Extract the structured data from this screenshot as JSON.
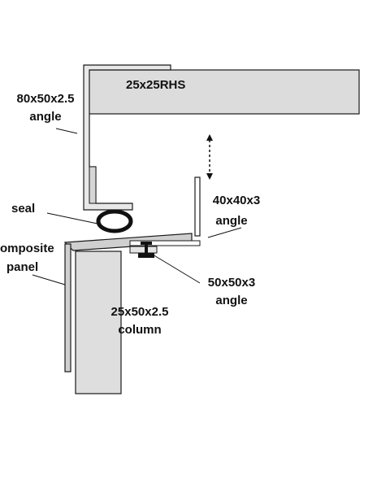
{
  "colors": {
    "fill_light": "#e1e1e1",
    "fill_mid": "#d6d6d6",
    "stroke": "#1a1a1a",
    "seal": "#111111",
    "background": "#ffffff"
  },
  "labels": {
    "rhs": "25x25RHS",
    "angle_80": [
      "80x50x2.5",
      "angle"
    ],
    "seal": "seal",
    "angle_40": [
      "40x40x3",
      "angle"
    ],
    "composite": [
      "omposite",
      "panel"
    ],
    "angle_50": [
      "50x50x3",
      "angle"
    ],
    "column": [
      "25x50x2.5",
      "column"
    ]
  },
  "annotations": {
    "movement_arrow": "double-headed-dotted-arrow"
  }
}
